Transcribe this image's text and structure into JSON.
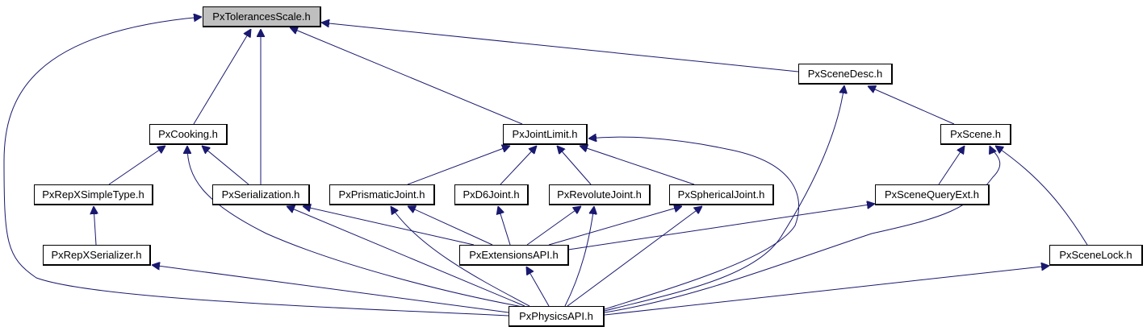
{
  "colors": {
    "edge": "#191970",
    "root_fill": "#bfbfbf",
    "node_fill": "#ffffff"
  },
  "nodes": {
    "tol": {
      "label": "PxTolerancesScale.h",
      "highlighted": true
    },
    "scenedesc": {
      "label": "PxSceneDesc.h"
    },
    "cooking": {
      "label": "PxCooking.h"
    },
    "jointlimit": {
      "label": "PxJointLimit.h"
    },
    "scene": {
      "label": "PxScene.h"
    },
    "repxsimple": {
      "label": "PxRepXSimpleType.h"
    },
    "serialization": {
      "label": "PxSerialization.h"
    },
    "prismatic": {
      "label": "PxPrismaticJoint.h"
    },
    "d6": {
      "label": "PxD6Joint.h"
    },
    "revolute": {
      "label": "PxRevoluteJoint.h"
    },
    "spherical": {
      "label": "PxSphericalJoint.h"
    },
    "sqext": {
      "label": "PxSceneQueryExt.h"
    },
    "repxser": {
      "label": "PxRepXSerializer.h"
    },
    "extensions": {
      "label": "PxExtensionsAPI.h"
    },
    "scenelock": {
      "label": "PxSceneLock.h"
    },
    "physics": {
      "label": "PxPhysicsAPI.h"
    }
  },
  "edges": [
    {
      "from": "physics",
      "to": "tol"
    },
    {
      "from": "cooking",
      "to": "tol"
    },
    {
      "from": "serialization",
      "to": "tol"
    },
    {
      "from": "jointlimit",
      "to": "tol"
    },
    {
      "from": "scenedesc",
      "to": "tol"
    },
    {
      "from": "repxsimple",
      "to": "cooking"
    },
    {
      "from": "physics",
      "to": "cooking"
    },
    {
      "from": "serialization",
      "to": "cooking"
    },
    {
      "from": "prismatic",
      "to": "jointlimit"
    },
    {
      "from": "d6",
      "to": "jointlimit"
    },
    {
      "from": "revolute",
      "to": "jointlimit"
    },
    {
      "from": "spherical",
      "to": "jointlimit"
    },
    {
      "from": "physics",
      "to": "jointlimit"
    },
    {
      "from": "physics",
      "to": "scenedesc"
    },
    {
      "from": "scene",
      "to": "scenedesc"
    },
    {
      "from": "repxser",
      "to": "repxsimple"
    },
    {
      "from": "physics",
      "to": "repxser"
    },
    {
      "from": "physics",
      "to": "serialization"
    },
    {
      "from": "extensions",
      "to": "serialization"
    },
    {
      "from": "physics",
      "to": "prismatic"
    },
    {
      "from": "extensions",
      "to": "prismatic"
    },
    {
      "from": "extensions",
      "to": "d6"
    },
    {
      "from": "extensions",
      "to": "revolute"
    },
    {
      "from": "physics",
      "to": "revolute"
    },
    {
      "from": "extensions",
      "to": "spherical"
    },
    {
      "from": "physics",
      "to": "spherical"
    },
    {
      "from": "extensions",
      "to": "sqext"
    },
    {
      "from": "physics",
      "to": "extensions"
    },
    {
      "from": "sqext",
      "to": "scene"
    },
    {
      "from": "physics",
      "to": "scene"
    },
    {
      "from": "scenelock",
      "to": "scene"
    },
    {
      "from": "physics",
      "to": "scenelock"
    }
  ]
}
